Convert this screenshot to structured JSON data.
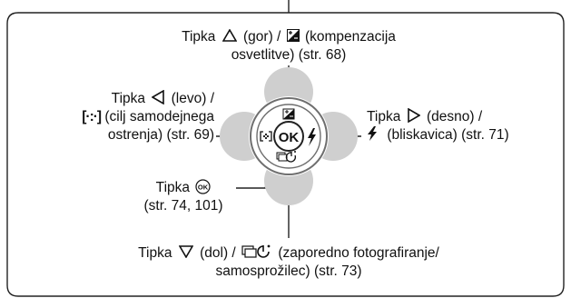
{
  "labels": {
    "up": {
      "word": "Tipka",
      "after_symbol": "(gor) /",
      "after_icon": "(kompenzacija",
      "line2": "osvetlitve) (str. 68)"
    },
    "left": {
      "line1_word": "Tipka",
      "line1_after": "(levo) /",
      "line2_bracket": "[·:·]",
      "line2_after": "(cilj samodejnega",
      "line3": "ostrenja) (str. 69)"
    },
    "right": {
      "line1_word": "Tipka",
      "line1_after": "(desno) /",
      "line2_after": "(bliskavica) (str. 71)"
    },
    "ok": {
      "word": "Tipka",
      "line2": "(str. 74, 101)"
    },
    "down": {
      "word": "Tipka",
      "after_symbol": "(dol) /",
      "after_icon": "(zaporedno fotografiranje/",
      "line2": "samosprožilec) (str. 73)"
    }
  },
  "dial": {
    "center_label": "OK"
  },
  "icons": {
    "triangle_up": "triangle-up-icon",
    "triangle_left": "triangle-left-icon",
    "triangle_right": "triangle-right-icon",
    "triangle_down": "triangle-down-icon",
    "exposure_compensation": "exposure-compensation-icon",
    "flash": "flash-icon",
    "sequential_selftimer": "sequential-selftimer-icon",
    "ok_circle": "ok-circle-icon",
    "af_target": "af-target-icon"
  },
  "colors": {
    "frame": "#222222",
    "petal": "#cfcfcf",
    "dial_ring": "#6e6e6e",
    "text": "#111111"
  }
}
